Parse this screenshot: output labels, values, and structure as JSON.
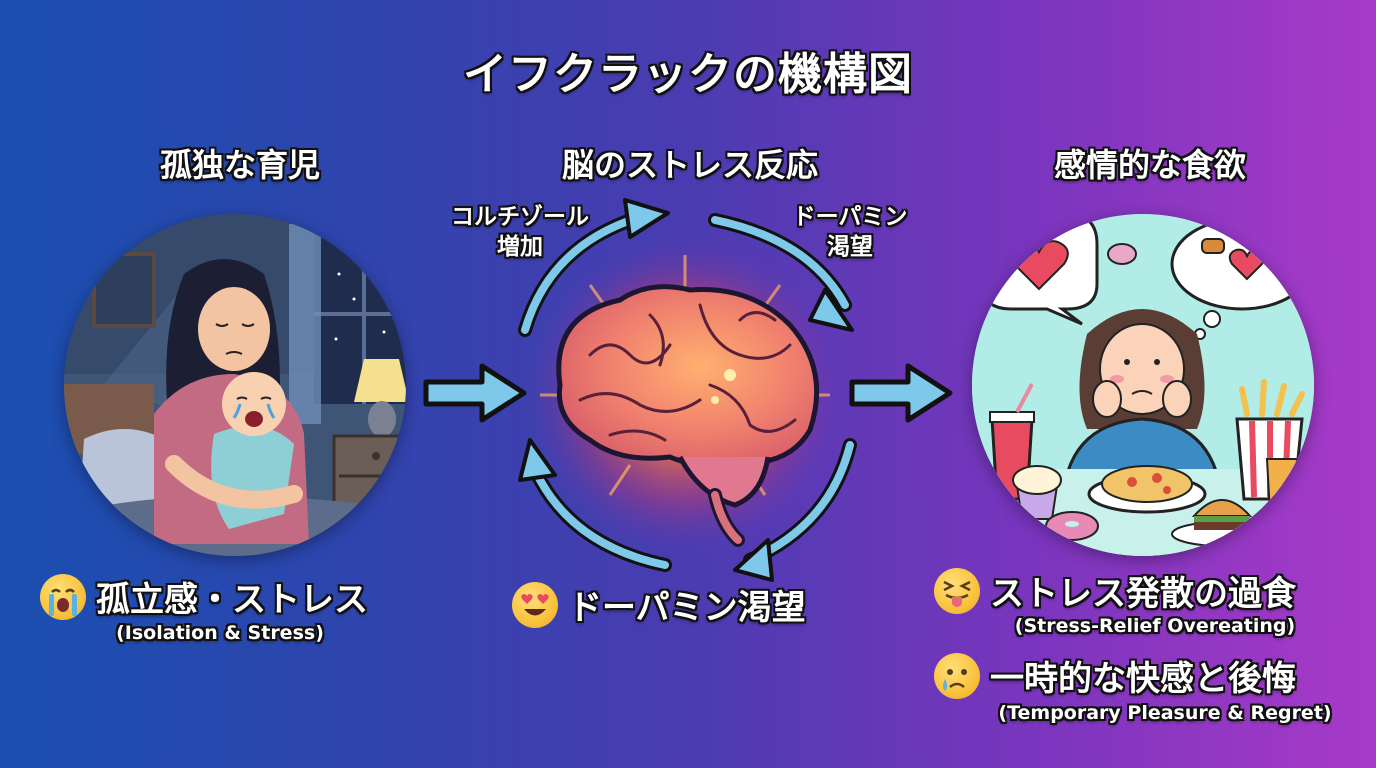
{
  "title": "イフクラックの機構図",
  "colors": {
    "background_left": "#1a4fb0",
    "background_right": "#a83ac8",
    "arrow_fill": "#7ec8ea",
    "arrow_outline": "#111111",
    "text": "#ffffff",
    "text_outline": "#111111"
  },
  "sections": {
    "left": {
      "heading": "孤独な育児",
      "illustration": "mother-holding-crying-baby-at-night",
      "caption": {
        "emoji": "loudly-crying-face",
        "label": "孤立感・ストレス",
        "sublabel": "(Isolation & Stress)"
      }
    },
    "middle": {
      "heading": "脳のストレス反応",
      "illustration": "glowing-brain-with-cycle-arrows",
      "cycle_labels": {
        "top_left": [
          "コルチゾール",
          "増加"
        ],
        "top_right": [
          "ドーパミン",
          "渇望"
        ]
      },
      "caption": {
        "emoji": "smiling-face-with-heart-eyes",
        "label": "ドーパミン渇望"
      }
    },
    "right": {
      "heading": "感情的な食欲",
      "illustration": "woman-surrounded-by-junk-food",
      "captions": [
        {
          "emoji": "squinting-face-with-tongue",
          "label": "ストレス発散の過食",
          "sublabel": "(Stress-Relief Overeating)"
        },
        {
          "emoji": "crying-face",
          "label": "一時的な快感と後悔",
          "sublabel": "(Temporary Pleasure & Regret)"
        }
      ]
    }
  },
  "flow": [
    "孤独な育児",
    "脳のストレス反応",
    "感情的な食欲"
  ]
}
